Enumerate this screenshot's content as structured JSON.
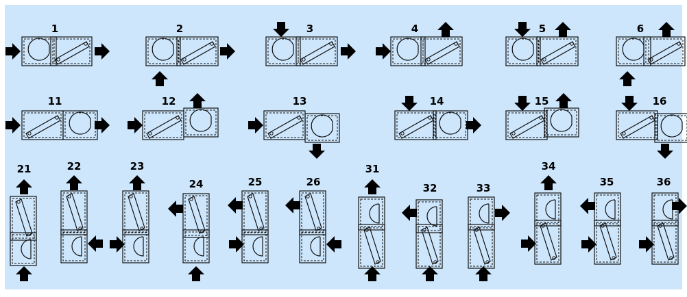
{
  "colors": {
    "background": "#cde6fc",
    "frame": "#ffffff",
    "ink": "#111111",
    "arrow": "#000000"
  },
  "row1": [
    {
      "label": "1"
    },
    {
      "label": "2"
    },
    {
      "label": "3"
    },
    {
      "label": "4"
    },
    {
      "label": "5"
    },
    {
      "label": "6"
    }
  ],
  "row2": [
    {
      "label": "11"
    },
    {
      "label": "12"
    },
    {
      "label": "13"
    },
    {
      "label": "14"
    },
    {
      "label": "15"
    },
    {
      "label": "16"
    }
  ],
  "row3": [
    {
      "label": "21"
    },
    {
      "label": "22"
    },
    {
      "label": "23"
    },
    {
      "label": "24"
    },
    {
      "label": "25"
    },
    {
      "label": "26"
    },
    {
      "label": "31"
    },
    {
      "label": "32"
    },
    {
      "label": "33"
    },
    {
      "label": "34"
    },
    {
      "label": "35"
    },
    {
      "label": "36"
    }
  ]
}
